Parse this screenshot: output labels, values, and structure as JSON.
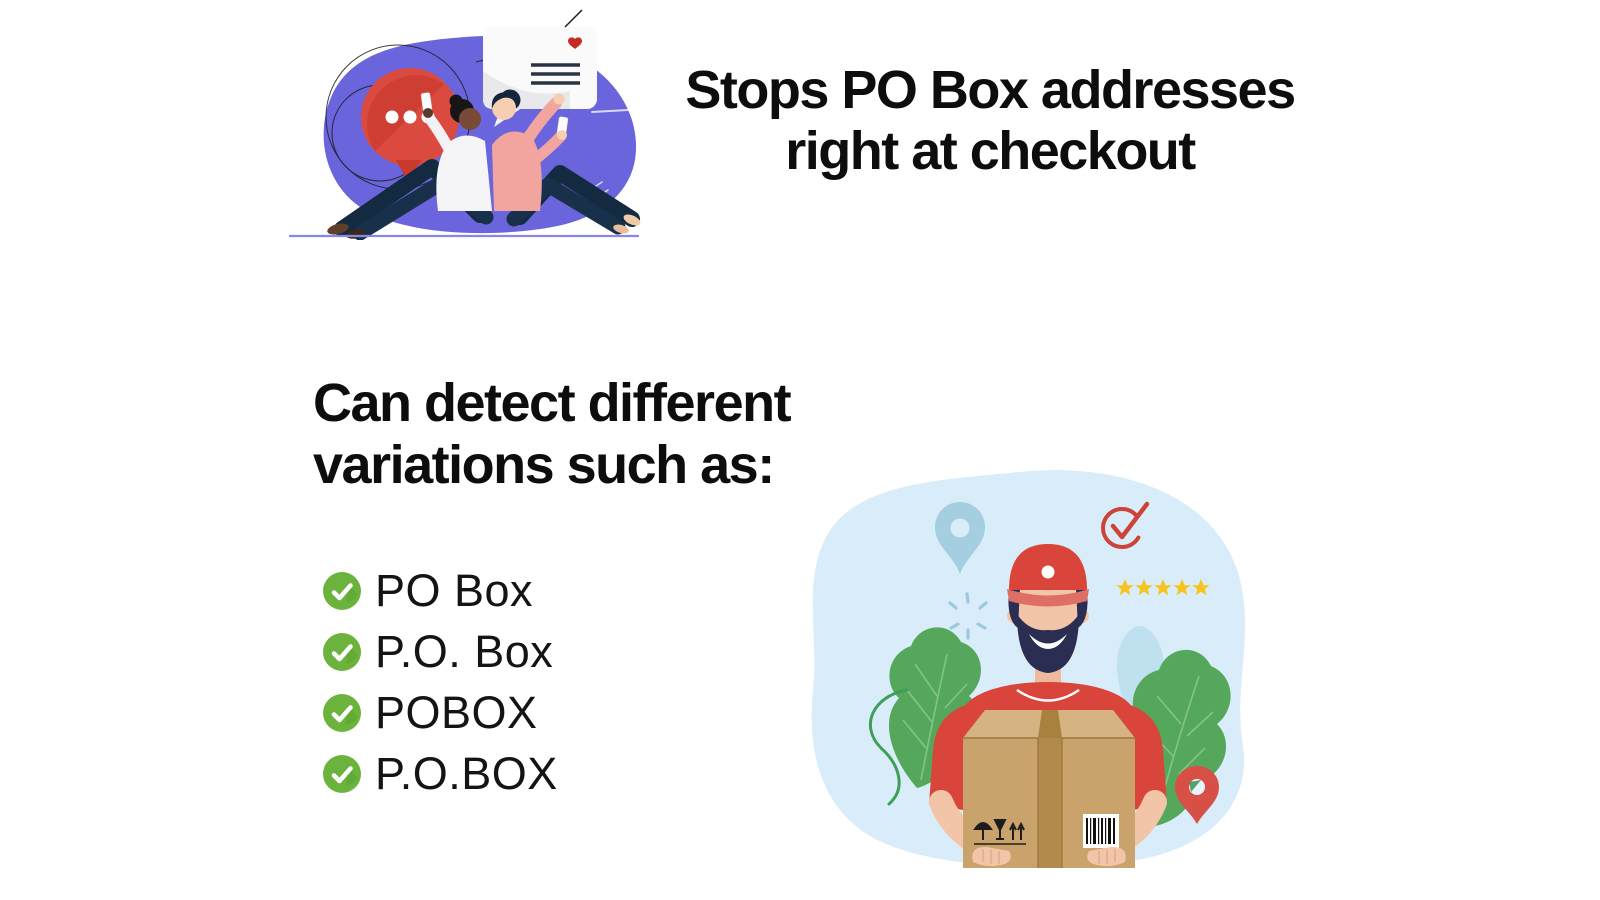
{
  "hero": {
    "title_line1": "Stops PO Box addresses",
    "title_line2": "right at checkout"
  },
  "variations": {
    "heading_line1": "Can detect different",
    "heading_line2": "variations such as:",
    "items": [
      "PO Box",
      "P.O. Box",
      "POBOX",
      "P.O.BOX"
    ]
  },
  "icons": {
    "check": "✓",
    "heart": "♥",
    "star": "★"
  },
  "colors": {
    "text_black": "#0D0D0D",
    "check_green": "#6CB33E",
    "purple_blob": "#6A65DC",
    "bubble_red": "#D23B30",
    "sky_blue_blob": "#D8EDF9",
    "delivery_red": "#D9453A",
    "star_yellow": "#F5C51D",
    "leaf_green": "#55A85B",
    "box_tan": "#C9A26C",
    "navy_ink": "#2B2D52"
  },
  "rating": {
    "star_count": 5
  }
}
